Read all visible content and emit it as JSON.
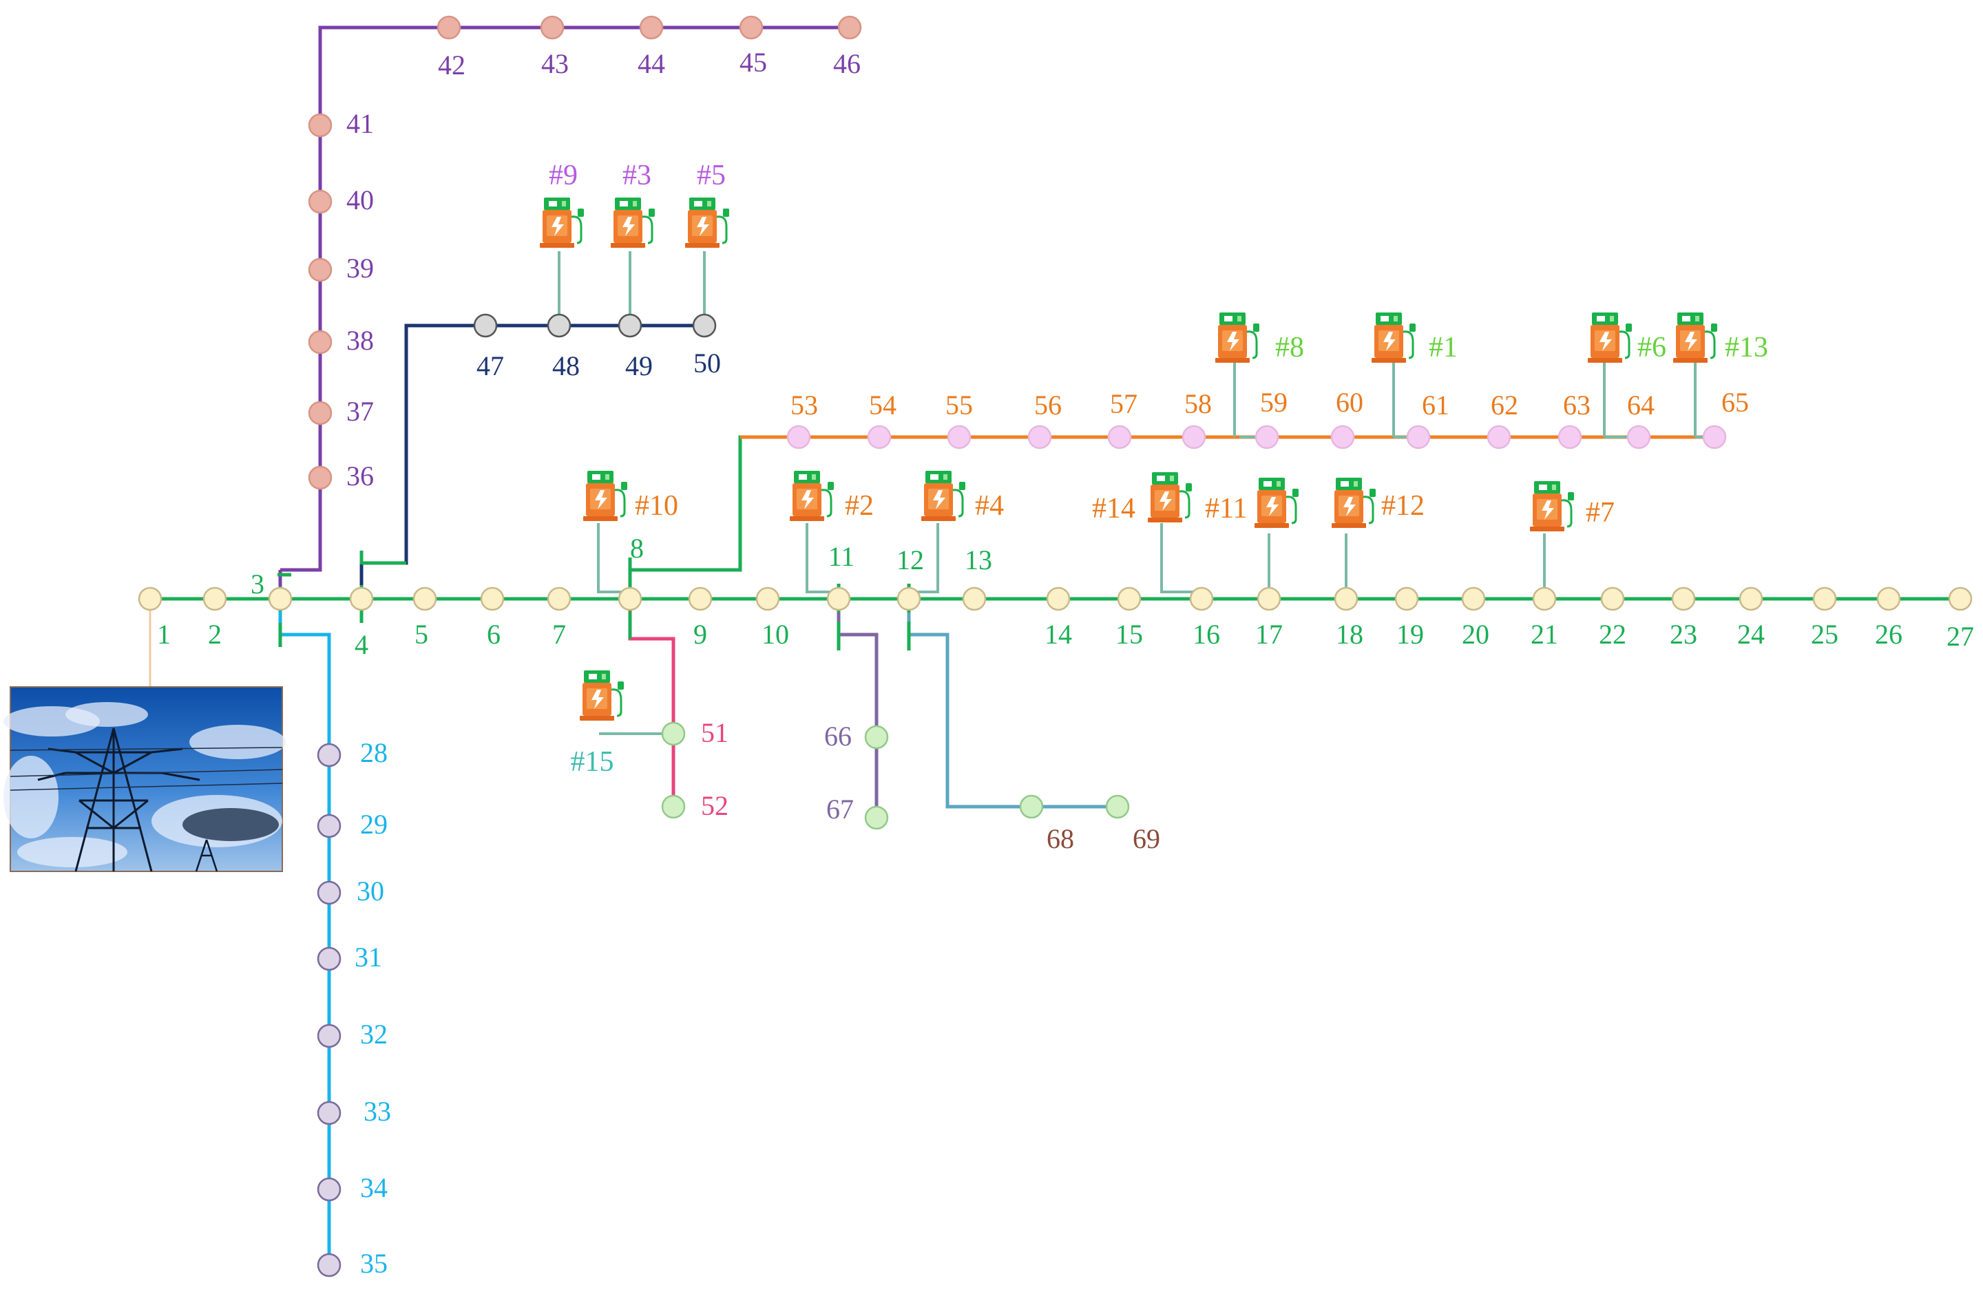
{
  "colors": {
    "main_feeder": "#1aae55",
    "branch_28_35": "#19b3ea",
    "branch_36_46": "#7a3fa8",
    "branch_47_50": "#1c3570",
    "branch_53_65": "#f07f21",
    "branch_51_52": "#e8457c",
    "branch_66_67": "#7e67a3",
    "branch_68_69": "#5ca6c0",
    "ev_link": "#7ab9a6",
    "grid_link": "#f2c9a0",
    "node_main": "#fbf0c8",
    "node_28_35": "#ddd4e8",
    "node_36_46": "#eab1a4",
    "node_47_50": "#d9d9d9",
    "node_53_65": "#f6cdf2",
    "node_green": "#d1f0c4",
    "label_main": "#1aae55",
    "label_28_35": "#19b3ea",
    "label_36_46": "#7a3fa8",
    "label_47_50": "#1c3570",
    "label_53_65": "#ea7a1d",
    "label_51_52": "#e8457c",
    "label_66_67": "#7e67a3",
    "label_68_69": "#8b4a3a",
    "ev_label_orange": "#ea7a1d",
    "ev_label_purple": "#b65ae0",
    "ev_label_green": "#66d13a",
    "ev_label_teal": "#3cbcb0"
  },
  "image": {
    "icon": "transmission-tower-photo"
  },
  "ev_icon": "ev-charging-station-icon",
  "nodes": {
    "n1": "1",
    "n2": "2",
    "n3": "3",
    "n4": "4",
    "n5": "5",
    "n6": "6",
    "n7": "7",
    "n8": "8",
    "n9": "9",
    "n10": "10",
    "n11": "11",
    "n12": "12",
    "n13": "13",
    "n14": "14",
    "n15": "15",
    "n16": "16",
    "n17": "17",
    "n18": "18",
    "n19": "19",
    "n20": "20",
    "n21": "21",
    "n22": "22",
    "n23": "23",
    "n24": "24",
    "n25": "25",
    "n26": "26",
    "n27": "27",
    "n28": "28",
    "n29": "29",
    "n30": "30",
    "n31": "31",
    "n32": "32",
    "n33": "33",
    "n34": "34",
    "n35": "35",
    "n36": "36",
    "n37": "37",
    "n38": "38",
    "n39": "39",
    "n40": "40",
    "n41": "41",
    "n42": "42",
    "n43": "43",
    "n44": "44",
    "n45": "45",
    "n46": "46",
    "n47": "47",
    "n48": "48",
    "n49": "49",
    "n50": "50",
    "n51": "51",
    "n52": "52",
    "n53": "53",
    "n54": "54",
    "n55": "55",
    "n56": "56",
    "n57": "57",
    "n58": "58",
    "n59": "59",
    "n60": "60",
    "n61": "61",
    "n62": "62",
    "n63": "63",
    "n64": "64",
    "n65": "65",
    "n66": "66",
    "n67": "67",
    "n68": "68",
    "n69": "69"
  },
  "stations": {
    "s1": "#1",
    "s2": "#2",
    "s3": "#3",
    "s4": "#4",
    "s5": "#5",
    "s6": "#6",
    "s7": "#7",
    "s8": "#8",
    "s9": "#9",
    "s10": "#10",
    "s11": "#11",
    "s12": "#12",
    "s13": "#13",
    "s14": "#14",
    "s15": "#15"
  }
}
